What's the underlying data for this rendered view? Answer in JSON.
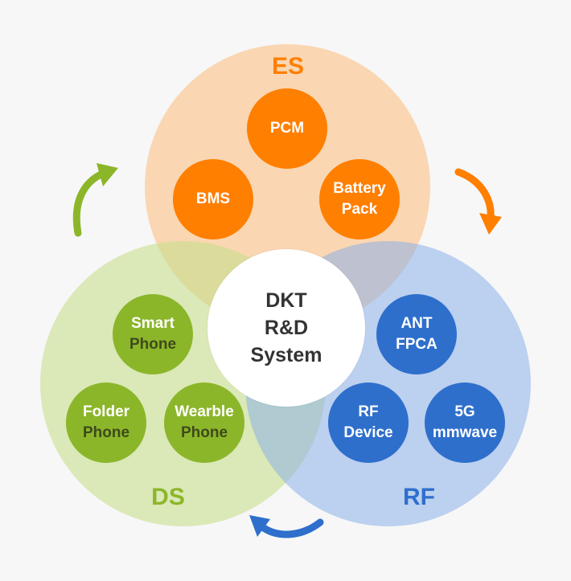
{
  "center": {
    "line1": "DKT",
    "line2": "R&D",
    "line3": "System"
  },
  "groups": {
    "es": {
      "title": "ES",
      "color": "#ff7f00",
      "fill": "#fcd9b4",
      "nodes": [
        {
          "line1": "PCM",
          "line2": ""
        },
        {
          "line1": "BMS",
          "line2": ""
        },
        {
          "line1": "Battery",
          "line2": "Pack"
        }
      ]
    },
    "ds": {
      "title": "DS",
      "color": "#8cb62a",
      "fill": "#dbe8b6",
      "nodes": [
        {
          "line1": "Smart",
          "line2": "Phone"
        },
        {
          "line1": "Folder",
          "line2": "Phone"
        },
        {
          "line1": "Wearble",
          "line2": "Phone"
        }
      ]
    },
    "rf": {
      "title": "RF",
      "color": "#2e6fcc",
      "fill": "#b7cdef",
      "nodes": [
        {
          "line1": "ANT",
          "line2": "FPCA"
        },
        {
          "line1": "RF",
          "line2": "Device"
        },
        {
          "line1": "5G",
          "line2": "mmwave"
        }
      ]
    }
  },
  "arrows": [
    {
      "from": "ds",
      "to": "es",
      "color": "#8cb62a",
      "icon": "curved-arrow-icon"
    },
    {
      "from": "es",
      "to": "rf",
      "color": "#ff7f00",
      "icon": "curved-arrow-icon"
    },
    {
      "from": "rf",
      "to": "ds",
      "color": "#2e6fcc",
      "icon": "curved-arrow-icon"
    }
  ]
}
